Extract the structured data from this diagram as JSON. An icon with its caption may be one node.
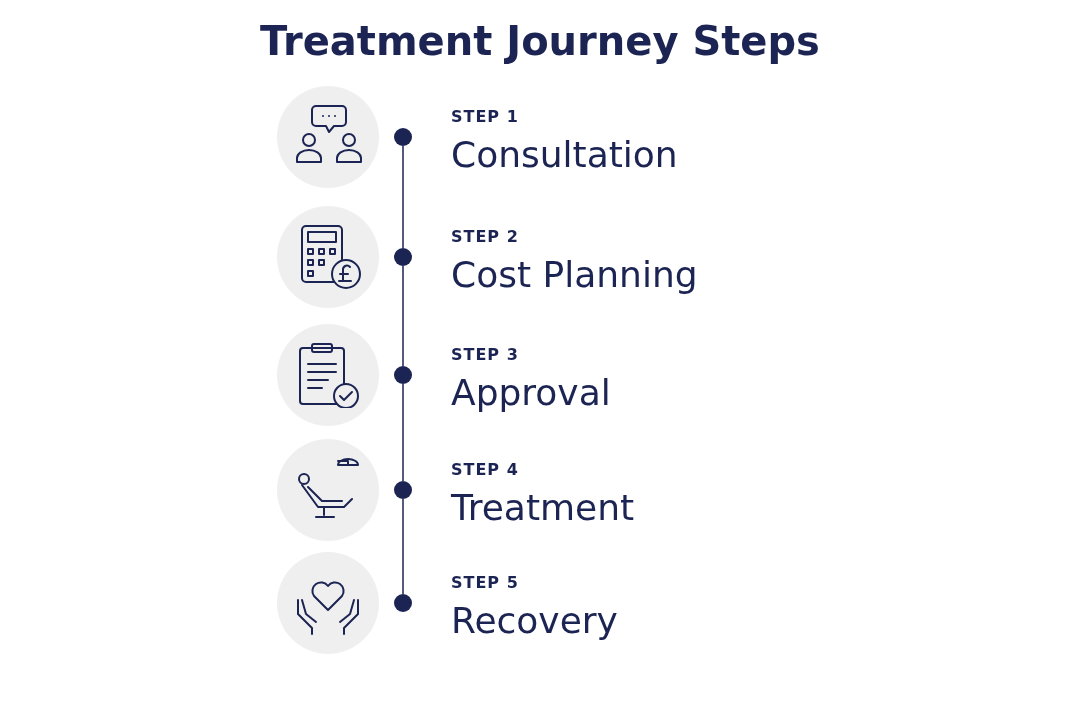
{
  "diagram": {
    "title": "Treatment Journey Steps",
    "nodes": [
      {
        "text": [],
        "shape": "circle",
        "beside": [
          "STEP 1",
          "Consultation"
        ]
      },
      {
        "text": [],
        "shape": "circle",
        "beside": [
          "STEP 2",
          "Cost Planning"
        ]
      },
      {
        "text": [],
        "shape": "circle",
        "beside": [
          "STEP 3",
          "Approval"
        ]
      },
      {
        "text": [],
        "shape": "circle",
        "beside": [
          "STEP 4",
          "Treatment"
        ]
      },
      {
        "text": [],
        "shape": "circle",
        "beside": [
          "STEP 5",
          "Recovery"
        ]
      }
    ],
    "edges": [
      {
        "from": 0,
        "to": 1,
        "arrow": "none"
      },
      {
        "from": 1,
        "to": 2,
        "arrow": "none"
      },
      {
        "from": 2,
        "to": 3,
        "arrow": "none"
      },
      {
        "from": 3,
        "to": 4,
        "arrow": "none"
      }
    ]
  }
}
